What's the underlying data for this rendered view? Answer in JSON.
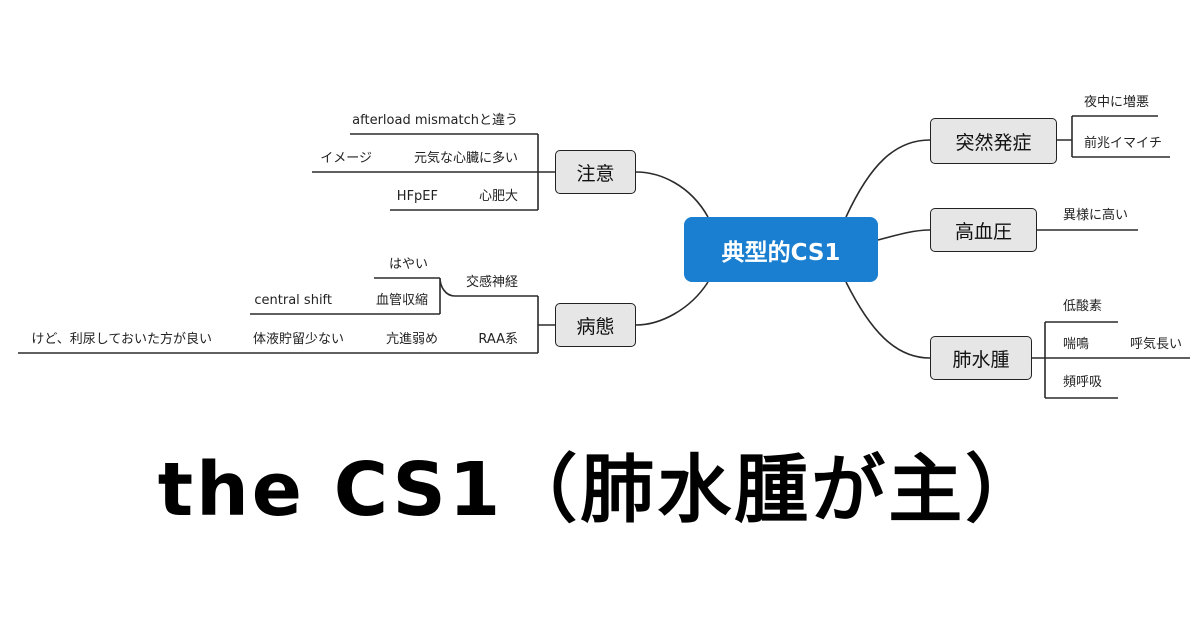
{
  "mindmap": {
    "center": "典型的CS1",
    "branches": {
      "caution": {
        "label": "注意",
        "items": [
          "afterload mismatchと違う",
          "元気な心臓に多い",
          "イメージ",
          "心肥大",
          "HFpEF"
        ]
      },
      "pathology": {
        "label": "病態",
        "items": [
          "交感神経",
          "はやい",
          "血管収縮",
          "central shift",
          "RAA系",
          "亢進弱め",
          "体液貯留少ない",
          "けど、利尿しておいた方が良い"
        ]
      },
      "sudden_onset": {
        "label": "突然発症",
        "items": [
          "夜中に増悪",
          "前兆イマイチ"
        ]
      },
      "high_bp": {
        "label": "高血圧",
        "items": [
          "異様に高い"
        ]
      },
      "pulmonary_edema": {
        "label": "肺水腫",
        "items": [
          "低酸素",
          "喘鳴",
          "呼気長い",
          "頻呼吸"
        ]
      }
    }
  },
  "headline": "the CS1（肺水腫が主）"
}
